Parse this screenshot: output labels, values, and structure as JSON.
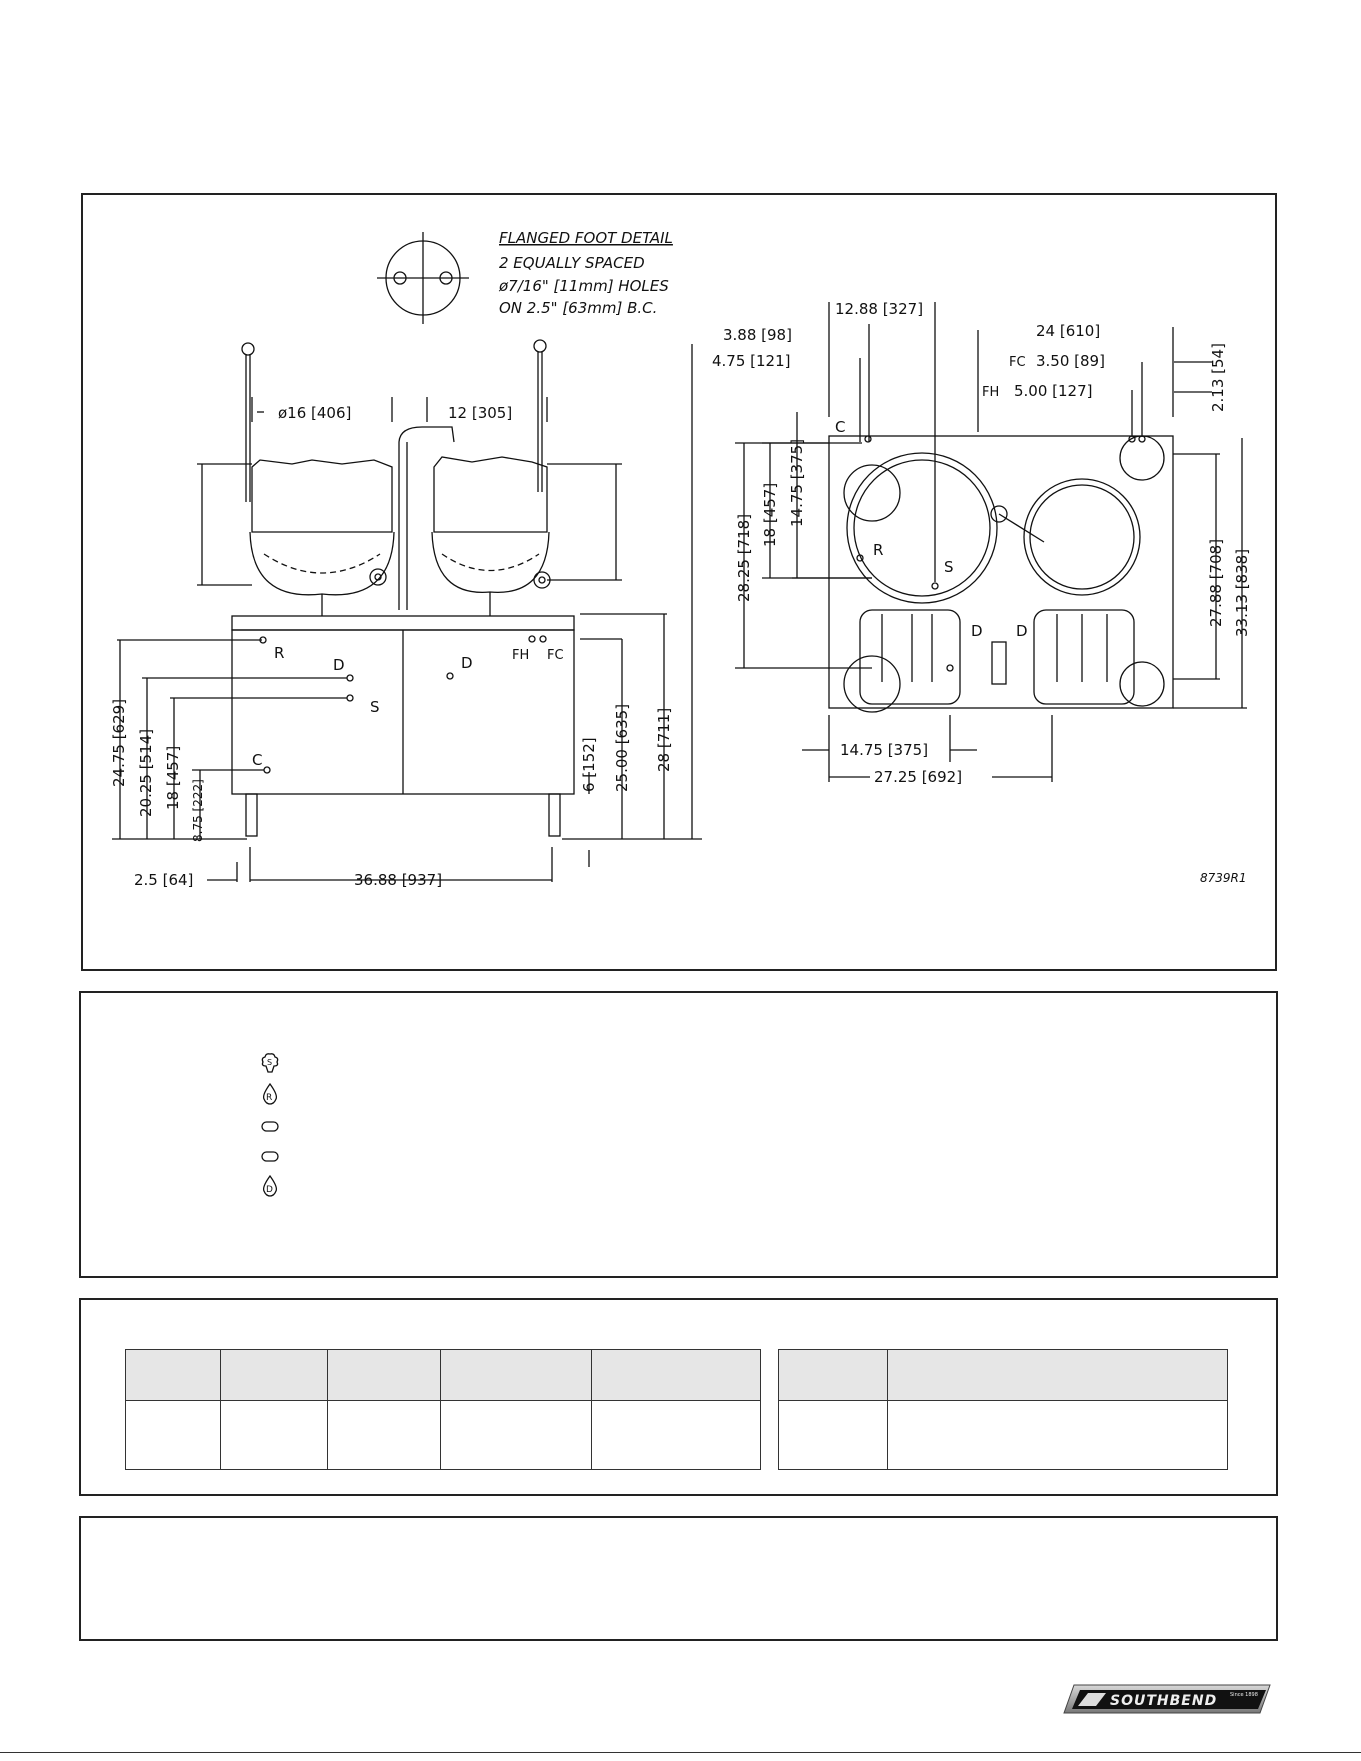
{
  "drawing": {
    "foot_detail": {
      "title": "FLANGED FOOT DETAIL",
      "line1": "2 EQUALLY SPACED",
      "line2": "ø7/16\" [11mm] HOLES",
      "line3": "ON 2.5\" [63mm] B.C."
    },
    "drawing_number": "8739R1",
    "front_dims": {
      "kettle_dia": "ø16 [406]",
      "kettle_spacing": "12 [305]",
      "height_24_75": "24.75 [629]",
      "height_20_25": "20.25 [514]",
      "height_18": "18 [457]",
      "height_8_75": "8.75 [222]",
      "height_6": "6 [152]",
      "height_25": "25.00 [635]",
      "height_28": "28 [711]",
      "side_2_5": "2.5 [64]",
      "width_36_88": "36.88 [937]"
    },
    "top_dims": {
      "d_12_88": "12.88 [327]",
      "d_24": "24 [610]",
      "d_3_88": "3.88 [98]",
      "d_4_75": "4.75 [121]",
      "fc_label": "FC",
      "fc_dim": "3.50 [89]",
      "fh_label": "FH",
      "fh_dim": "5.00 [127]",
      "d_2_13": "2.13 [54]",
      "d_28_25": "28.25 [718]",
      "d_18": "18 [457]",
      "d_14_75_v": "14.75 [375]",
      "d_27_88": "27.88 [708]",
      "d_33_13": "33.13 [838]",
      "d_14_75_h": "14.75 [375]",
      "d_27_25": "27.25 [692]"
    },
    "markers": {
      "R": "R",
      "D": "D",
      "S": "S",
      "C": "C",
      "FH": "FH",
      "FC": "FC"
    }
  },
  "legend": {
    "icons": [
      "steam-icon",
      "water-drop-r-icon",
      "oval-icon",
      "oval-icon",
      "water-drop-d-icon"
    ],
    "letters": [
      "S",
      "R",
      "",
      "",
      "D"
    ]
  },
  "logo": {
    "brand": "SOUTHBEND",
    "tagline": "Since 1898"
  },
  "colors": {
    "line": "#111111",
    "header_fill": "#e6e6e6"
  }
}
